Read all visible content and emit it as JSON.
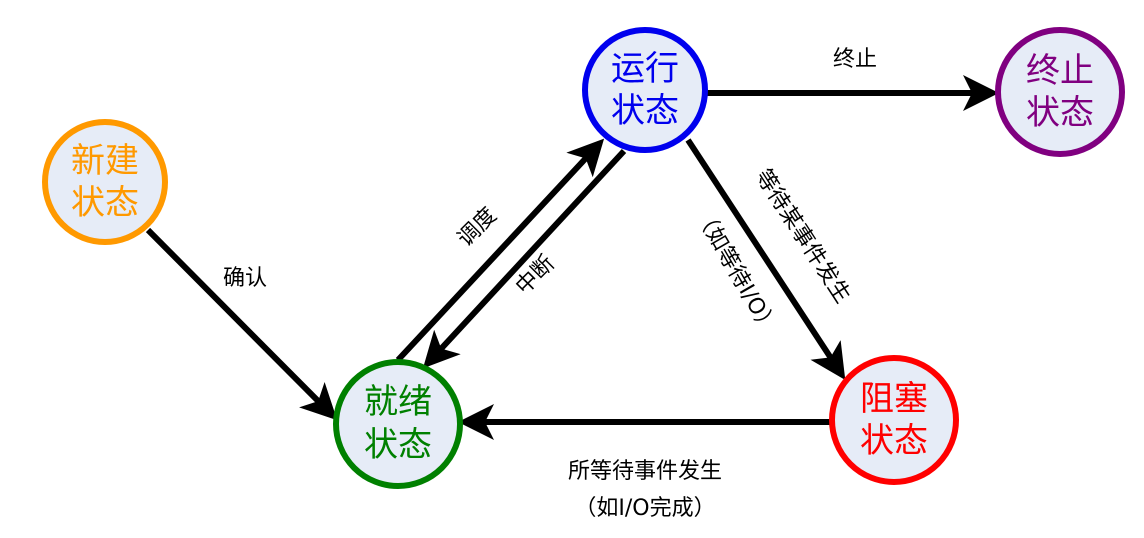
{
  "title": "进程状态转换图",
  "colors": {
    "fill": "#e6ecf7",
    "new": "#ff9900",
    "running": "#0000ee",
    "terminated": "#800080",
    "ready": "#008000",
    "blocked": "#ff0000",
    "edge": "#000000"
  },
  "nodes": {
    "new": {
      "line1": "新建",
      "line2": "状态"
    },
    "running": {
      "line1": "运行",
      "line2": "状态"
    },
    "terminated": {
      "line1": "终止",
      "line2": "状态"
    },
    "ready": {
      "line1": "就绪",
      "line2": "状态"
    },
    "blocked": {
      "line1": "阻塞",
      "line2": "状态"
    }
  },
  "edges": {
    "confirm": "确认",
    "dispatch": "调度",
    "interrupt": "中断",
    "terminate": "终止",
    "wait_event": "等待某事件发生",
    "wait_example": "（如等待I/O）",
    "event_occurs": "所等待事件发生",
    "event_example": "（如I/O完成）"
  }
}
